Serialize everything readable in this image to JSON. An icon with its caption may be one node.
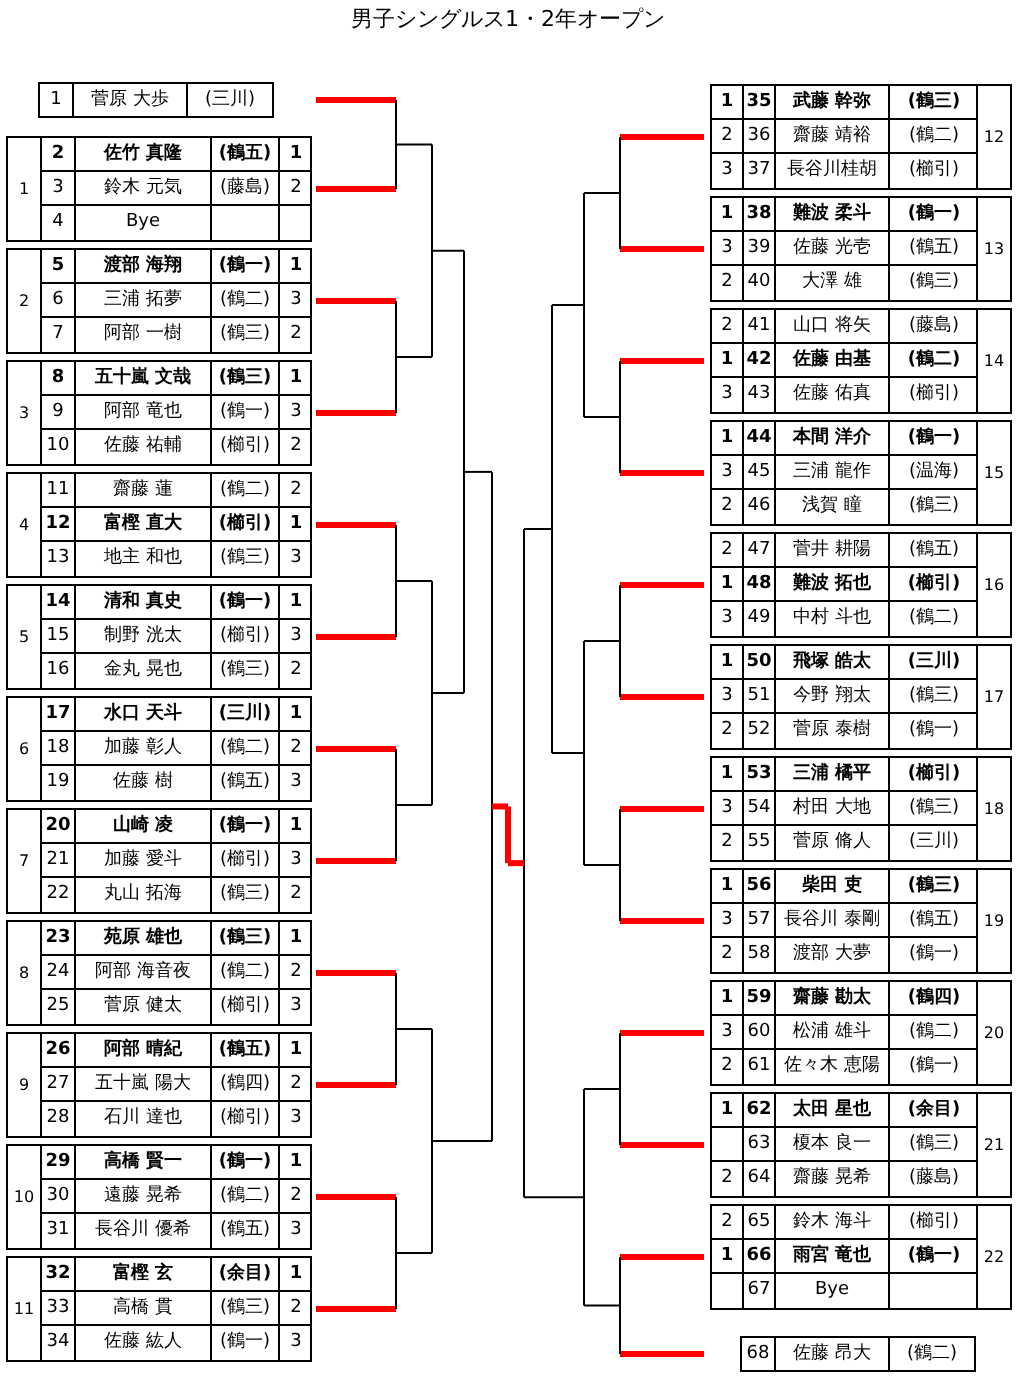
{
  "diagram": {
    "title": "男子シングルス1・2年オープン",
    "nodes": [
      {
        "text": [
          "1",
          "菅原 大歩",
          "(三川)"
        ]
      },
      {
        "text": [
          "1"
        ]
      },
      {
        "text": [
          "2",
          "佐竹 真隆",
          "(鶴五)",
          "1"
        ],
        "in": 1
      },
      {
        "text": [
          "3",
          "鈴木 元気",
          "(藤島)",
          "2"
        ],
        "in": 1
      },
      {
        "text": [
          "4",
          "Bye"
        ],
        "in": 1
      },
      {
        "text": [
          "2"
        ]
      },
      {
        "text": [
          "5",
          "渡部 海翔",
          "(鶴一)",
          "1"
        ],
        "in": 5
      },
      {
        "text": [
          "6",
          "三浦 拓夢",
          "(鶴二)",
          "3"
        ],
        "in": 5
      },
      {
        "text": [
          "7",
          "阿部 一樹",
          "(鶴三)",
          "2"
        ],
        "in": 5
      },
      {
        "text": [
          "3"
        ]
      },
      {
        "text": [
          "8",
          "五十嵐 文哉",
          "(鶴三)",
          "1"
        ],
        "in": 9
      },
      {
        "text": [
          "9",
          "阿部 竜也",
          "(鶴一)",
          "3"
        ],
        "in": 9
      },
      {
        "text": [
          "10",
          "佐藤 祐輔",
          "(櫛引)",
          "2"
        ],
        "in": 9
      },
      {
        "text": [
          "4"
        ]
      },
      {
        "text": [
          "11",
          "齋藤 蓮",
          "(鶴二)",
          "2"
        ],
        "in": 13
      },
      {
        "text": [
          "12",
          "富樫 直大",
          "(櫛引)",
          "1"
        ],
        "in": 13
      },
      {
        "text": [
          "13",
          "地主 和也",
          "(鶴三)",
          "3"
        ],
        "in": 13
      },
      {
        "text": [
          "5"
        ]
      },
      {
        "text": [
          "14",
          "清和 真史",
          "(鶴一)",
          "1"
        ],
        "in": 17
      },
      {
        "text": [
          "15",
          "制野 洸太",
          "(櫛引)",
          "3"
        ],
        "in": 17
      },
      {
        "text": [
          "16",
          "金丸 晃也",
          "(鶴三)",
          "2"
        ],
        "in": 17
      },
      {
        "text": [
          "6"
        ]
      },
      {
        "text": [
          "17",
          "水口 天斗",
          "(三川)",
          "1"
        ],
        "in": 21
      },
      {
        "text": [
          "18",
          "加藤 彰人",
          "(鶴二)",
          "2"
        ],
        "in": 21
      },
      {
        "text": [
          "19",
          "佐藤 樹",
          "(鶴五)",
          "3"
        ],
        "in": 21
      },
      {
        "text": [
          "7"
        ]
      },
      {
        "text": [
          "20",
          "山崎 凌",
          "(鶴一)",
          "1"
        ],
        "in": 25
      },
      {
        "text": [
          "21",
          "加藤 愛斗",
          "(櫛引)",
          "3"
        ],
        "in": 25
      },
      {
        "text": [
          "22",
          "丸山 拓海",
          "(鶴三)",
          "2"
        ],
        "in": 25
      },
      {
        "text": [
          "8"
        ]
      },
      {
        "text": [
          "23",
          "苑原 雄也",
          "(鶴三)",
          "1"
        ],
        "in": 29
      },
      {
        "text": [
          "24",
          "阿部 海音夜",
          "(鶴二)",
          "2"
        ],
        "in": 29
      },
      {
        "text": [
          "25",
          "菅原 健太",
          "(櫛引)",
          "3"
        ],
        "in": 29
      },
      {
        "text": [
          "9"
        ]
      },
      {
        "text": [
          "26",
          "阿部 晴紀",
          "(鶴五)",
          "1"
        ],
        "in": 33
      },
      {
        "text": [
          "27",
          "五十嵐 陽大",
          "(鶴四)",
          "2"
        ],
        "in": 33
      },
      {
        "text": [
          "28",
          "石川 達也",
          "(櫛引)",
          "3"
        ],
        "in": 33
      },
      {
        "text": [
          "10"
        ]
      },
      {
        "text": [
          "29",
          "高橋 賢一",
          "(鶴一)",
          "1"
        ],
        "in": 37
      },
      {
        "text": [
          "30",
          "遠藤 晃希",
          "(鶴二)",
          "2"
        ],
        "in": 37
      },
      {
        "text": [
          "31",
          "長谷川 優希",
          "(鶴五)",
          "3"
        ],
        "in": 37
      },
      {
        "text": [
          "11"
        ]
      },
      {
        "text": [
          "32",
          "富樫 玄",
          "(余目)",
          "1"
        ],
        "in": 41
      },
      {
        "text": [
          "33",
          "高橋 貫",
          "(鶴三)",
          "2"
        ],
        "in": 41
      },
      {
        "text": [
          "34",
          "佐藤 紘人",
          "(鶴一)",
          "3"
        ],
        "in": 41
      },
      {
        "text": [
          "12"
        ]
      },
      {
        "text": [
          "1",
          "35",
          "武藤 幹弥",
          "(鶴三)"
        ],
        "in": 45
      },
      {
        "text": [
          "2",
          "36",
          "齋藤 靖裕",
          "(鶴二)"
        ],
        "in": 45
      },
      {
        "text": [
          "3",
          "37",
          "長谷川桂胡",
          "(櫛引)"
        ],
        "in": 45
      },
      {
        "text": [
          "13"
        ]
      },
      {
        "text": [
          "1",
          "38",
          "難波 柔斗",
          "(鶴一)"
        ],
        "in": 49
      },
      {
        "text": [
          "3",
          "39",
          "佐藤 光壱",
          "(鶴五)"
        ],
        "in": 49
      },
      {
        "text": [
          "2",
          "40",
          "大澤 雄",
          "(鶴三)"
        ],
        "in": 49
      },
      {
        "text": [
          "14"
        ]
      },
      {
        "text": [
          "2",
          "41",
          "山口 将矢",
          "(藤島)"
        ],
        "in": 53
      },
      {
        "text": [
          "1",
          "42",
          "佐藤 由基",
          "(鶴二)"
        ],
        "in": 53
      },
      {
        "text": [
          "3",
          "43",
          "佐藤 佑真",
          "(櫛引)"
        ],
        "in": 53
      },
      {
        "text": [
          "15"
        ]
      },
      {
        "text": [
          "1",
          "44",
          "本間 洋介",
          "(鶴一)"
        ],
        "in": 57
      },
      {
        "text": [
          "3",
          "45",
          "三浦 龍作",
          "(温海)"
        ],
        "in": 57
      },
      {
        "text": [
          "2",
          "46",
          "浅賀 瞳",
          "(鶴三)"
        ],
        "in": 57
      },
      {
        "text": [
          "16"
        ]
      },
      {
        "text": [
          "2",
          "47",
          "菅井 耕陽",
          "(鶴五)"
        ],
        "in": 61
      },
      {
        "text": [
          "1",
          "48",
          "難波 拓也",
          "(櫛引)"
        ],
        "in": 61
      },
      {
        "text": [
          "3",
          "49",
          "中村 斗也",
          "(鶴二)"
        ],
        "in": 61
      },
      {
        "text": [
          "17"
        ]
      },
      {
        "text": [
          "1",
          "50",
          "飛塚 皓太",
          "(三川)"
        ],
        "in": 65
      },
      {
        "text": [
          "3",
          "51",
          "今野 翔太",
          "(鶴三)"
        ],
        "in": 65
      },
      {
        "text": [
          "2",
          "52",
          "菅原 泰樹",
          "(鶴一)"
        ],
        "in": 65
      },
      {
        "text": [
          "18"
        ]
      },
      {
        "text": [
          "1",
          "53",
          "三浦 橘平",
          "(櫛引)"
        ],
        "in": 69
      },
      {
        "text": [
          "3",
          "54",
          "村田 大地",
          "(鶴三)"
        ],
        "in": 69
      },
      {
        "text": [
          "2",
          "55",
          "菅原 脩人",
          "(三川)"
        ],
        "in": 69
      },
      {
        "text": [
          "19"
        ]
      },
      {
        "text": [
          "1",
          "56",
          "柴田 吏",
          "(鶴三)"
        ],
        "in": 73
      },
      {
        "text": [
          "3",
          "57",
          "長谷川 泰剛",
          "(鶴五)"
        ],
        "in": 73
      },
      {
        "text": [
          "2",
          "58",
          "渡部 大夢",
          "(鶴一)"
        ],
        "in": 73
      },
      {
        "text": [
          "20"
        ]
      },
      {
        "text": [
          "1",
          "59",
          "齋藤 勘太",
          "(鶴四)"
        ],
        "in": 77
      },
      {
        "text": [
          "3",
          "60",
          "松浦 雄斗",
          "(鶴二)"
        ],
        "in": 77
      },
      {
        "text": [
          "2",
          "61",
          "佐々木 恵陽",
          "(鶴一)"
        ],
        "in": 77
      },
      {
        "text": [
          "21"
        ]
      },
      {
        "text": [
          "1",
          "62",
          "太田 星也",
          "(余目)"
        ],
        "in": 81
      },
      {
        "text": [
          "63",
          "榎本 良一",
          "(鶴三)"
        ],
        "in": 81
      },
      {
        "text": [
          "2",
          "64",
          "齋藤 晃希",
          "(藤島)"
        ],
        "in": 81
      },
      {
        "text": [
          "22"
        ]
      },
      {
        "text": [
          "2",
          "65",
          "鈴木 海斗",
          "(櫛引)"
        ],
        "in": 85
      },
      {
        "text": [
          "1",
          "66",
          "雨宮 竜也",
          "(鶴一)"
        ],
        "in": 85
      },
      {
        "text": [
          "67",
          "Bye"
        ],
        "in": 85
      },
      {
        "text": [
          "68",
          "佐藤 昂大",
          "(鶴二)"
        ]
      }
    ]
  }
}
